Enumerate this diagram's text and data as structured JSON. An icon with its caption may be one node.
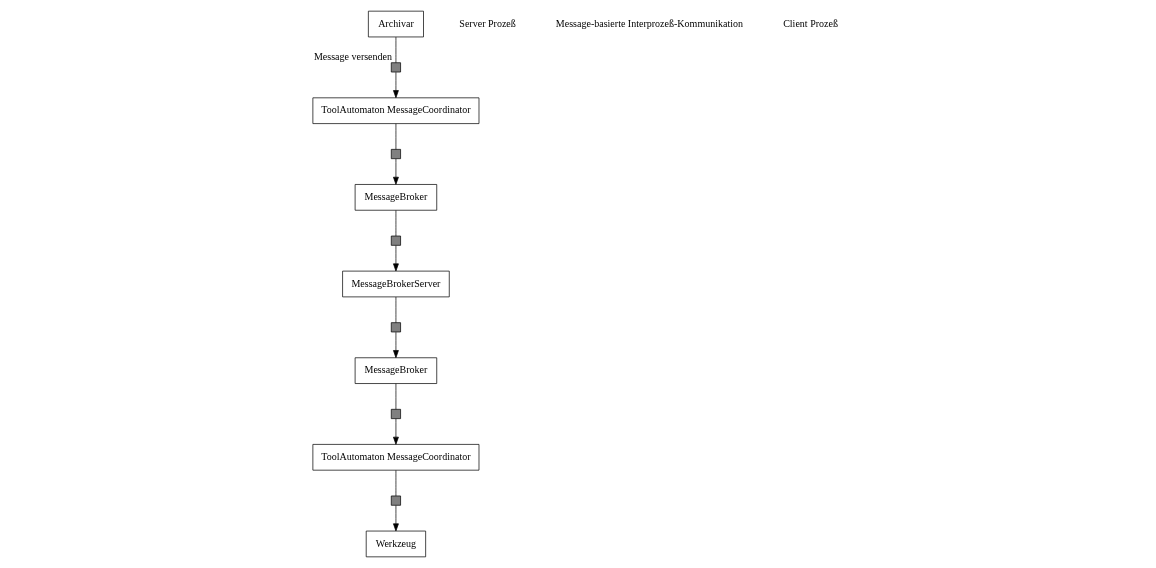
{
  "diagram": {
    "nodes": [
      {
        "text": [
          "Archivar"
        ]
      },
      {
        "text": [],
        "shape": "box",
        "beside": [
          "Message versenden"
        ]
      },
      {
        "text": [
          "ToolAutomaton MessageCoordinator"
        ]
      },
      {
        "text": [],
        "shape": "box"
      },
      {
        "text": [
          "MessageBroker"
        ]
      },
      {
        "text": [],
        "shape": "box"
      },
      {
        "text": [
          "MessageBrokerServer"
        ]
      },
      {
        "text": [],
        "shape": "box"
      },
      {
        "text": [
          "MessageBroker"
        ]
      },
      {
        "text": [],
        "shape": "box"
      },
      {
        "text": [
          "ToolAutomaton MessageCoordinator"
        ]
      },
      {
        "text": [],
        "shape": "box"
      },
      {
        "text": [
          "Werkzeug"
        ]
      }
    ],
    "edges": [
      {
        "from": 0,
        "to": 1,
        "arrow": "none"
      },
      {
        "from": 1,
        "to": 2,
        "arrow": "to"
      },
      {
        "from": 2,
        "to": 3,
        "arrow": "none"
      },
      {
        "from": 3,
        "to": 4,
        "arrow": "to"
      },
      {
        "from": 4,
        "to": 5,
        "arrow": "none"
      },
      {
        "from": 5,
        "to": 6,
        "arrow": "to"
      },
      {
        "from": 6,
        "to": 7,
        "arrow": "none"
      },
      {
        "from": 7,
        "to": 8,
        "arrow": "to"
      },
      {
        "from": 8,
        "to": 9,
        "arrow": "none"
      },
      {
        "from": 9,
        "to": 10,
        "arrow": "to"
      },
      {
        "from": 10,
        "to": 11,
        "arrow": "none"
      },
      {
        "from": 11,
        "to": 12,
        "arrow": "to"
      }
    ],
    "labels": [
      "Server Prozeß",
      "Message-basierte Interprozeß-Kommunikation",
      "Client Prozeß"
    ]
  }
}
